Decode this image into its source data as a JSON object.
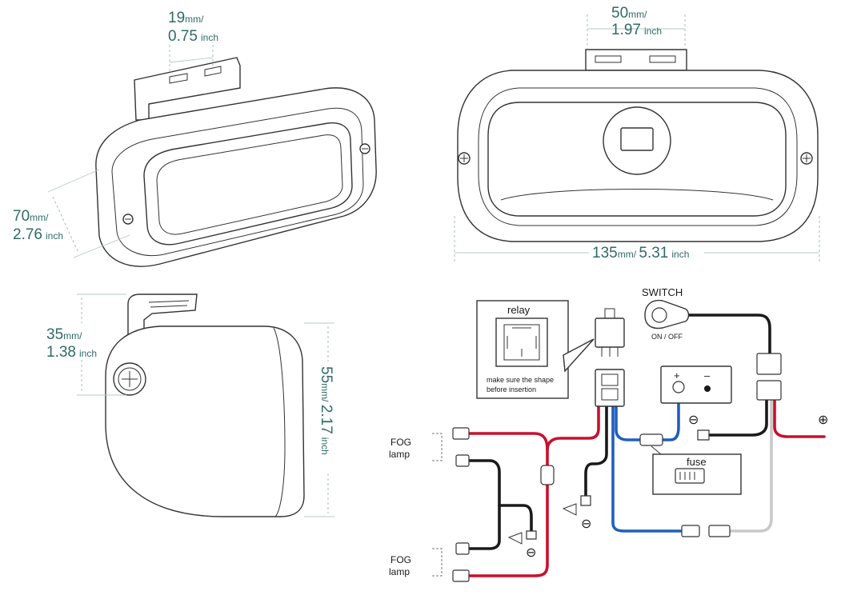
{
  "dimensions": {
    "top_bracket": {
      "mm": "19",
      "mm_unit": "mm",
      "inch": "0.75",
      "inch_unit": "inch"
    },
    "front_bracket": {
      "mm": "50",
      "mm_unit": "mm",
      "inch": "1.97",
      "inch_unit": "inch"
    },
    "depth": {
      "mm": "70",
      "mm_unit": "mm",
      "inch": "2.76",
      "inch_unit": "inch"
    },
    "width": {
      "mm": "135",
      "mm_unit": "mm",
      "inch": "5.31",
      "inch_unit": "inch"
    },
    "side_bracket": {
      "mm": "35",
      "mm_unit": "mm",
      "inch": "1.38",
      "inch_unit": "inch"
    },
    "height": {
      "mm": "55",
      "mm_unit": "mm",
      "inch": "2.17",
      "inch_unit": "inch"
    }
  },
  "wiring": {
    "switch_label": "SWITCH",
    "switch_state": "ON / OFF",
    "relay_label": "relay",
    "relay_note_line1": "make sure the shape",
    "relay_note_line2": "before insertion",
    "fuse_label": "fuse",
    "fog_lamp_1_line1": "FOG",
    "fog_lamp_1_line2": "lamp",
    "fog_lamp_2_line1": "FOG",
    "fog_lamp_2_line2": "lamp",
    "battery_positive": "+",
    "battery_negative": "–",
    "ground_symbol": "⊖",
    "positive_symbol": "⊕"
  },
  "colors": {
    "dimension_text": "#2f6b66",
    "wire_positive": "#c8102e",
    "wire_ground": "#1a1a1a",
    "wire_signal": "#1f5fbf",
    "wire_switch": "#c9c9c9"
  }
}
